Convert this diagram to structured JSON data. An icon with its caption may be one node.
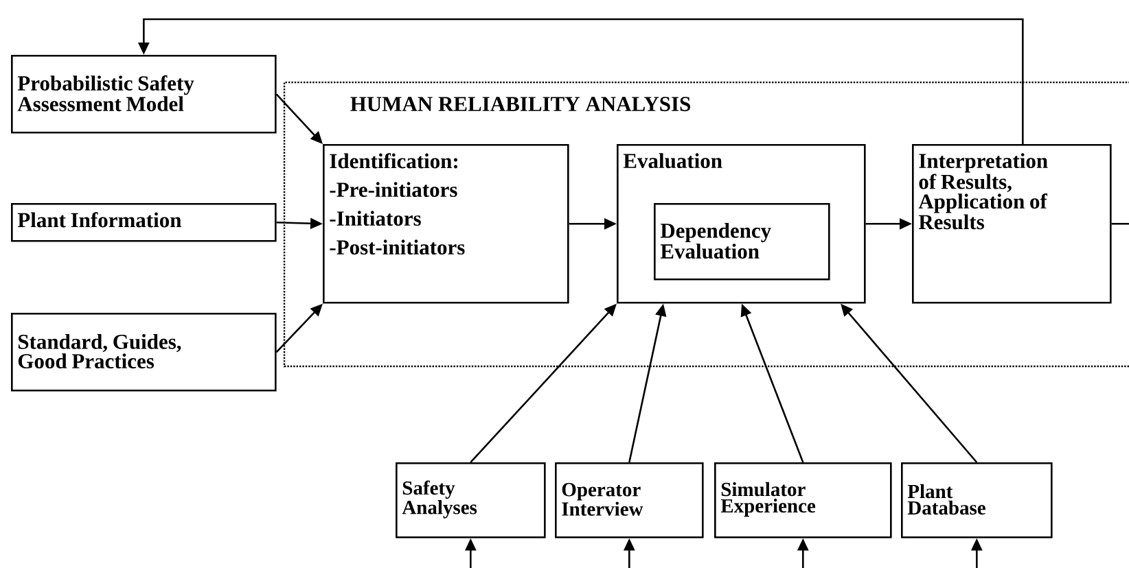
{
  "diagram": {
    "nodes": [
      {
        "text": [
          "Probabilistic Safety Assessment Model"
        ]
      },
      {
        "text": [
          "Plant Information"
        ]
      },
      {
        "text": [
          "Standard, Guides, Good Practices"
        ]
      },
      {
        "text": [
          "HUMAN RELIABILITY ANALYSIS"
        ]
      },
      {
        "text": [
          "Identification:",
          "-Pre-initiators",
          "-Initiators",
          "-Post-initiators"
        ],
        "in": 3
      },
      {
        "text": [
          "Evaluation"
        ],
        "in": 3
      },
      {
        "text": [
          "Dependency Evaluation"
        ],
        "in": 5
      },
      {
        "text": [
          "Interpretation of Results, Application of Results"
        ],
        "in": 3
      },
      {
        "text": [
          "Safety Analyses"
        ]
      },
      {
        "text": [
          "Operator Interview"
        ]
      },
      {
        "text": [
          "Simulator Experience"
        ]
      },
      {
        "text": [
          "Plant Database"
        ]
      }
    ],
    "edges": [
      {
        "from": 0,
        "to": 4,
        "arrow": "to"
      },
      {
        "from": 1,
        "to": 4,
        "arrow": "to"
      },
      {
        "from": 2,
        "to": 4,
        "arrow": "to"
      },
      {
        "from": 4,
        "to": 5,
        "arrow": "to"
      },
      {
        "from": 5,
        "to": 7,
        "arrow": "to"
      },
      {
        "from": 7,
        "to": 0,
        "arrow": "to"
      },
      {
        "from": 7,
        "to": null,
        "arrow": "none"
      },
      {
        "from": 8,
        "to": 5,
        "arrow": "to"
      },
      {
        "from": 9,
        "to": 5,
        "arrow": "to"
      },
      {
        "from": 10,
        "to": 5,
        "arrow": "to"
      },
      {
        "from": 11,
        "to": 5,
        "arrow": "to"
      },
      {
        "from": null,
        "to": 8,
        "arrow": "to"
      },
      {
        "from": null,
        "to": 9,
        "arrow": "to"
      },
      {
        "from": null,
        "to": 10,
        "arrow": "to"
      },
      {
        "from": null,
        "to": 11,
        "arrow": "to"
      }
    ]
  }
}
